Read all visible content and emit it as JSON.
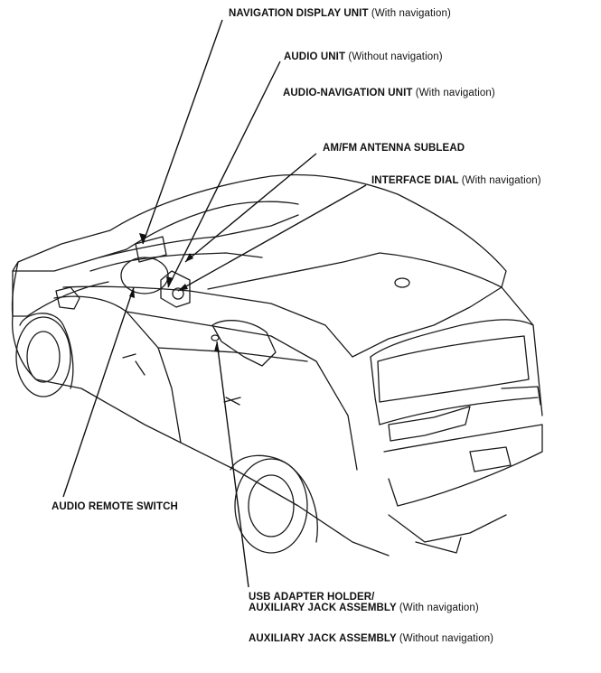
{
  "labels": {
    "nav_display": {
      "main": "NAVIGATION DISPLAY UNIT",
      "sub": "(With navigation)"
    },
    "audio_unit": {
      "main": "AUDIO UNIT",
      "sub": "(Without navigation)"
    },
    "audio_nav_unit": {
      "main": "AUDIO-NAVIGATION UNIT",
      "sub": "(With navigation)"
    },
    "antenna_sublead": {
      "main": "AM/FM ANTENNA SUBLEAD",
      "sub": ""
    },
    "interface_dial": {
      "main": "INTERFACE DIAL",
      "sub": "(With navigation)"
    },
    "audio_remote_switch": {
      "main": "AUDIO REMOTE SWITCH",
      "sub": ""
    },
    "usb_adapter_holder": {
      "main": "USB ADAPTER HOLDER/",
      "sub": ""
    },
    "aux_jack_with_nav": {
      "main": "AUXILIARY JACK ASSEMBLY",
      "sub": "(With navigation)"
    },
    "aux_jack_without_nav": {
      "main": "AUXILIARY JACK ASSEMBLY",
      "sub": "(Without navigation)"
    }
  }
}
